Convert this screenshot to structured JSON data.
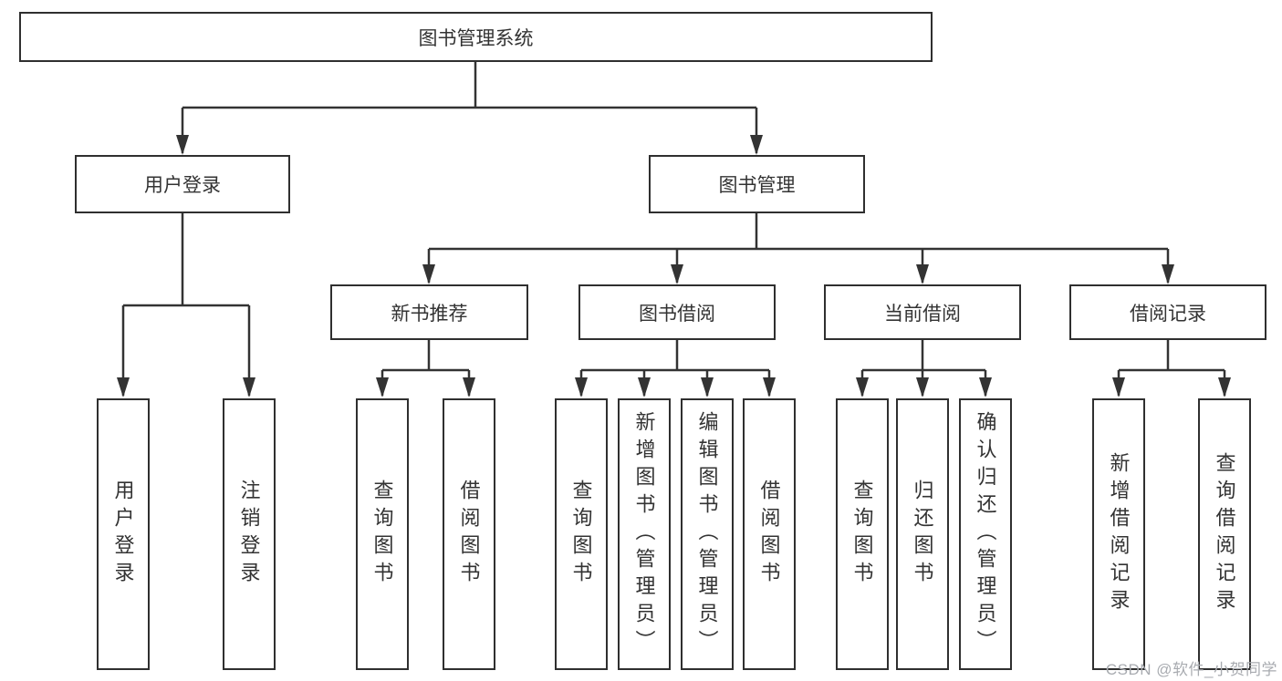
{
  "tree": {
    "root": {
      "label": "图书管理系统"
    },
    "branches": [
      {
        "label": "用户登录",
        "children": [
          {
            "label": "用户登录"
          },
          {
            "label": "注销登录"
          }
        ]
      },
      {
        "label": "图书管理",
        "children": [
          {
            "label": "新书推荐",
            "children": [
              {
                "label": "查询图书"
              },
              {
                "label": "借阅图书"
              }
            ]
          },
          {
            "label": "图书借阅",
            "children": [
              {
                "label": "查询图书"
              },
              {
                "label": "新增图书（管理员）"
              },
              {
                "label": "编辑图书（管理员）"
              },
              {
                "label": "借阅图书"
              }
            ]
          },
          {
            "label": "当前借阅",
            "children": [
              {
                "label": "查询图书"
              },
              {
                "label": "归还图书"
              },
              {
                "label": "确认归还（管理员）"
              }
            ]
          },
          {
            "label": "借阅记录",
            "children": [
              {
                "label": "新增借阅记录"
              },
              {
                "label": "查询借阅记录"
              }
            ]
          }
        ]
      }
    ]
  },
  "watermark": {
    "text": "CSDN @软件_小贺同学"
  },
  "colors": {
    "background": "#ffffff",
    "line": "#333333",
    "box_border": "#2f2f2f",
    "text": "#333333",
    "watermark": "#a8abb0"
  }
}
